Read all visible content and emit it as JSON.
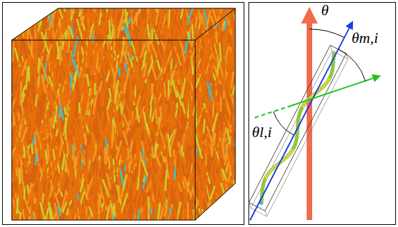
{
  "diagram": {
    "labels": [
      "θ",
      "θm,i",
      "θl,i"
    ]
  }
}
